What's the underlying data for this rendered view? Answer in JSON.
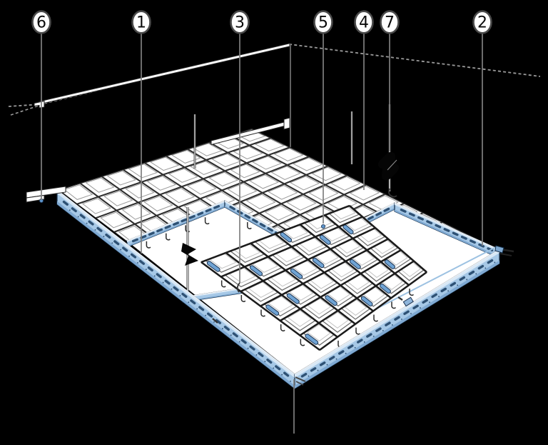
{
  "figure": {
    "type": "technical-diagram",
    "subject": "suspended-ceiling-grid-system-isometric",
    "callouts": [
      {
        "label": "6"
      },
      {
        "label": "1"
      },
      {
        "label": "3"
      },
      {
        "label": "5"
      },
      {
        "label": "4"
      },
      {
        "label": "7"
      },
      {
        "label": "2"
      }
    ],
    "colors": {
      "background": "#000000",
      "highlight_blue": "#a6c8e6",
      "highlight_blue_light": "#d8e8f6",
      "highlight_blue_dark": "#7fa9d2",
      "grid_line": "#2e2e2e",
      "leader_gray": "#7f7f7f",
      "white": "#ffffff"
    }
  }
}
